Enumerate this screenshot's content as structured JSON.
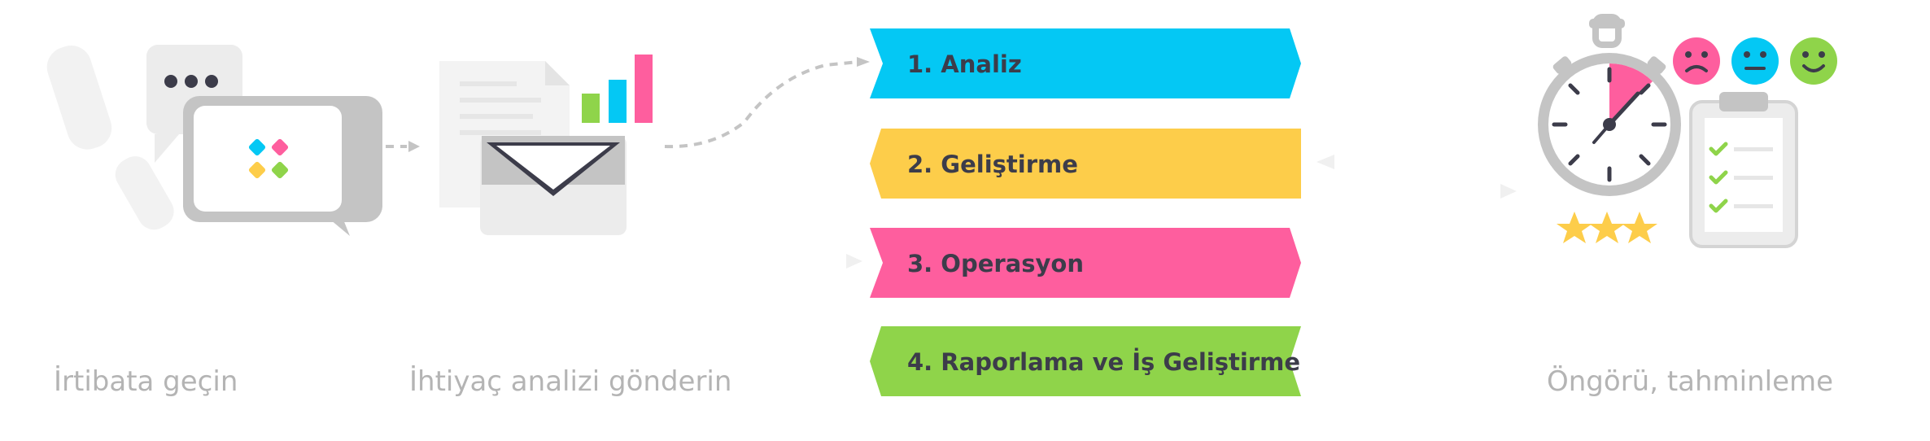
{
  "steps": {
    "contact_label": "İrtibata geçin",
    "needs_label": "İhtiyaç analizi gönderin",
    "forecast_label": "Öngörü, tahminleme"
  },
  "phases": [
    {
      "label": "1. Analiz",
      "color": "#04c8f4"
    },
    {
      "label": "2. Geliştirme",
      "color": "#fdcd4a"
    },
    {
      "label": "3. Operasyon",
      "color": "#fe5e9e"
    },
    {
      "label": "4. Raporlama ve İş Geliştirme",
      "color": "#8fd44a"
    }
  ],
  "colors": {
    "caption": "#b4b4b4",
    "icon_gray": "#c4c4c4",
    "icon_light": "#ececec",
    "accent_pink": "#fe5e9e",
    "accent_blue": "#04c8f4",
    "accent_green": "#8fd44a",
    "accent_yellow": "#fdcd4a"
  },
  "icons": {
    "contact": "chat-bubbles-icon",
    "needs": "envelope-chart-icon",
    "forecast": "stopwatch-feedback-icon"
  }
}
